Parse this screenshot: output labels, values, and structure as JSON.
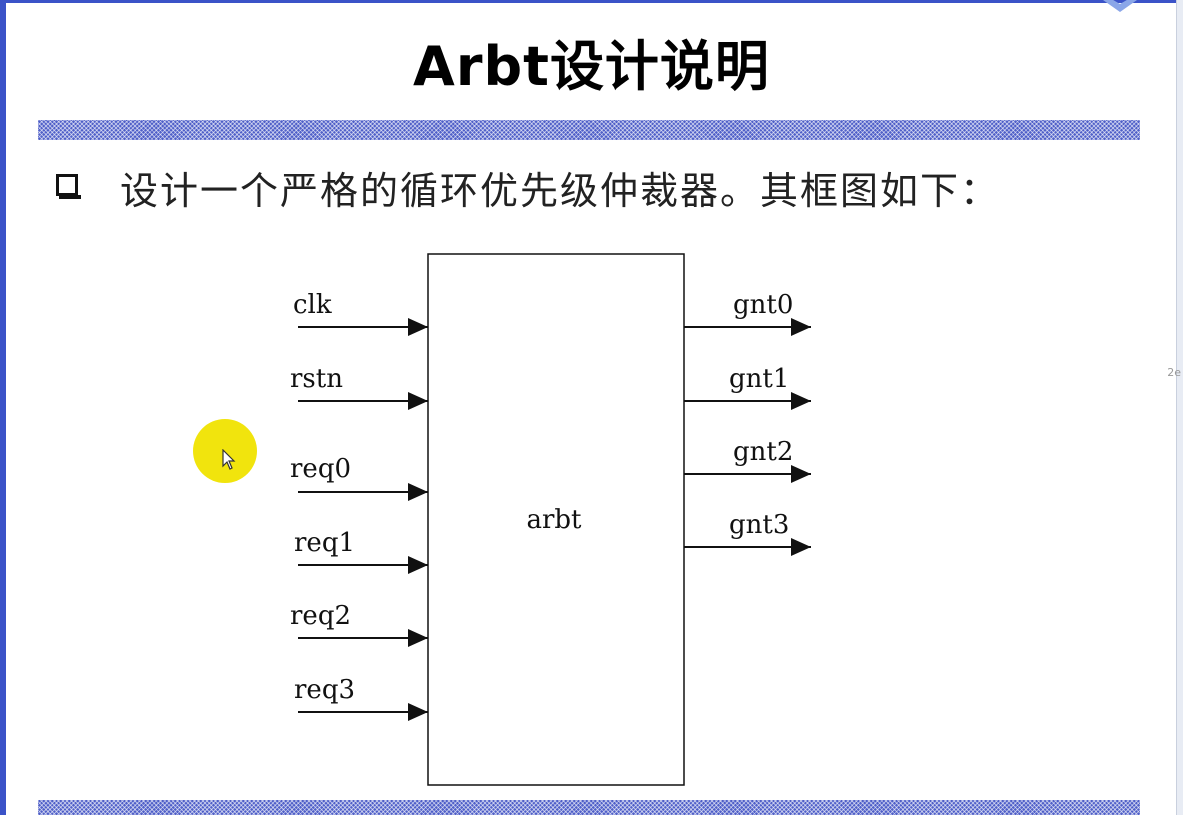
{
  "slide": {
    "title": "Arbt设计说明",
    "bullet_text": "设计一个严格的循环优先级仲裁器。其框图如下："
  },
  "diagram": {
    "block_label": "arbt",
    "inputs": [
      "clk",
      "rstn",
      "req0",
      "req1",
      "req2",
      "req3"
    ],
    "outputs": [
      "gnt0",
      "gnt1",
      "gnt2",
      "gnt3"
    ]
  },
  "side_fragment": "2e",
  "colors": {
    "frame": "#3b53c8",
    "band": "#4f5fc8",
    "cursor_highlight": "#f0e300"
  }
}
